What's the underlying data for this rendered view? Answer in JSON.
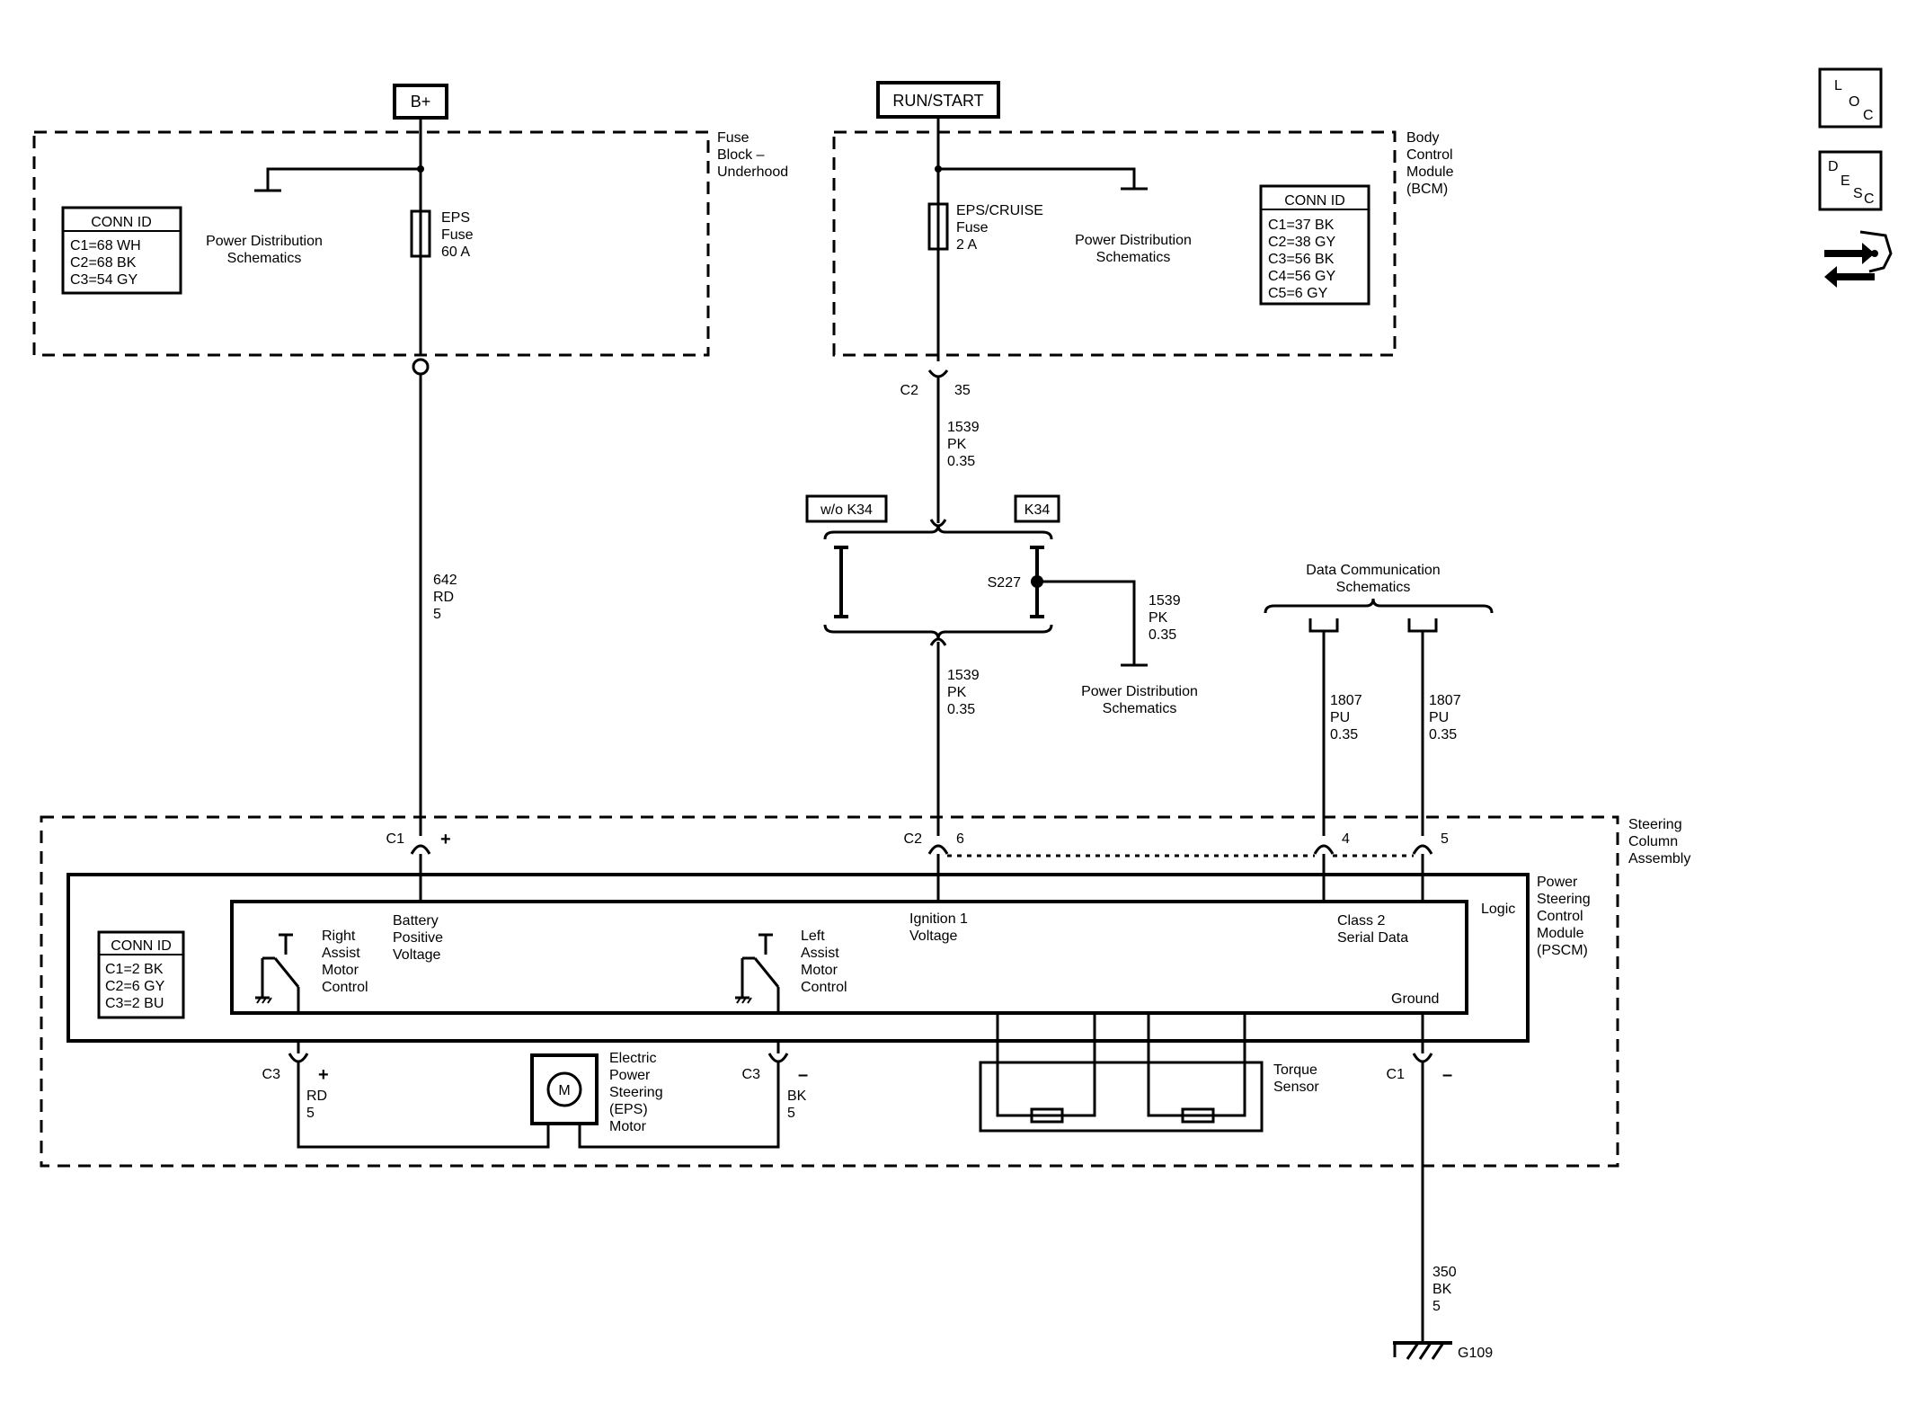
{
  "sources": {
    "bplus": "B+",
    "run_start": "RUN/START"
  },
  "fuse_block": {
    "name": [
      "Fuse",
      "Block –",
      "Underhood"
    ],
    "conn_title": "CONN ID",
    "conn": [
      "C1=68 WH",
      "C2=68 BK",
      "C3=54 GY"
    ],
    "pd": [
      "Power Distribution",
      "Schematics"
    ],
    "fuse": [
      "EPS",
      "Fuse",
      "60 A"
    ]
  },
  "bcm": {
    "name": [
      "Body",
      "Control",
      "Module",
      "(BCM)"
    ],
    "conn_title": "CONN ID",
    "conn": [
      "C1=37 BK",
      "C2=38 GY",
      "C3=56 BK",
      "C4=56 GY",
      "C5=6 GY"
    ],
    "fuse": [
      "EPS/CRUISE",
      "Fuse",
      "2 A"
    ],
    "pd": [
      "Power Distribution",
      "Schematics"
    ],
    "connector": "C2",
    "pin": "35"
  },
  "wires": {
    "w642": [
      "642",
      "RD",
      "5"
    ],
    "w1539a": [
      "1539",
      "PK",
      "0.35"
    ],
    "w1539b": [
      "1539",
      "PK",
      "0.35"
    ],
    "w1539c": [
      "1539",
      "PK",
      "0.35"
    ],
    "w1807a": [
      "1807",
      "PU",
      "0.35"
    ],
    "w1807b": [
      "1807",
      "PU",
      "0.35"
    ],
    "w350": [
      "350",
      "BK",
      "5"
    ],
    "c3rd": [
      "RD",
      "5"
    ],
    "c3bk": [
      "BK",
      "5"
    ]
  },
  "options": {
    "wo_k34": "w/o K34",
    "k34": "K34"
  },
  "splice": "S227",
  "pd2": [
    "Power Distribution",
    "Schematics"
  ],
  "data_comm": [
    "Data Communication",
    "Schematics"
  ],
  "steering": {
    "name": [
      "Steering",
      "Column",
      "Assembly"
    ],
    "pscm": [
      "Power",
      "Steering",
      "Control",
      "Module",
      "(PSCM)"
    ],
    "conn_title": "CONN ID",
    "conn": [
      "C1=2 BK",
      "C2=6 GY",
      "C3=2 BU"
    ],
    "logic": "Logic",
    "battery": [
      "Battery",
      "Positive",
      "Voltage"
    ],
    "ignition": [
      "Ignition 1",
      "Voltage"
    ],
    "class2": [
      "Class 2",
      "Serial Data"
    ],
    "ground": "Ground",
    "right_assist": [
      "Right",
      "Assist",
      "Motor",
      "Control"
    ],
    "left_assist": [
      "Left",
      "Assist",
      "Motor",
      "Control"
    ],
    "motor": [
      "Electric",
      "Power",
      "Steering",
      "(EPS)",
      "Motor"
    ],
    "motor_symbol": "M",
    "torque": [
      "Torque",
      "Sensor"
    ]
  },
  "connectors": {
    "c1": "C1",
    "c1_sign": "+",
    "c2": "C2",
    "c2_pin": "6",
    "pin4": "4",
    "pin5": "5",
    "c3a": "C3",
    "c3a_sign": "+",
    "c3b": "C3",
    "c3b_sign": "–",
    "c1b": "C1",
    "c1b_sign": "–"
  },
  "ground_id": "G109",
  "side_icons": {
    "loc": [
      "L",
      "O",
      "C"
    ],
    "desc": [
      "D",
      "E",
      "S",
      "C"
    ],
    "nav": "swap-arrows-icon"
  }
}
